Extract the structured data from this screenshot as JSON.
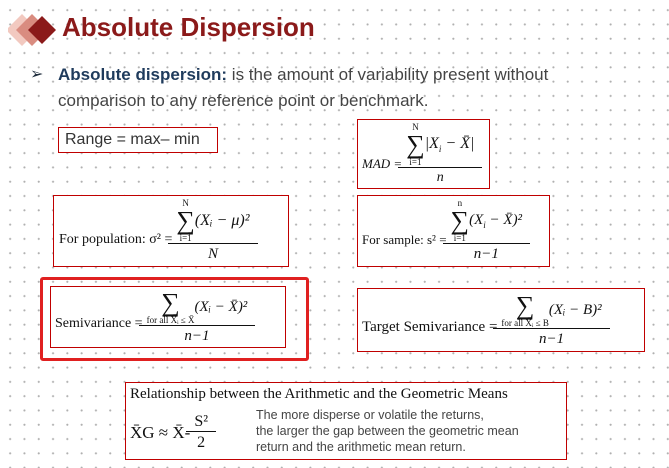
{
  "slide": {
    "title": "Absolute Dispersion",
    "bullet_term": "Absolute dispersion:",
    "bullet_text": " is the amount of variability present without comparison to any reference point or benchmark."
  },
  "formulas": {
    "range": "Range = max– min",
    "mad_label": "MAD =",
    "mad_lower": "i=1",
    "mad_upper": "N",
    "mad_den": "n",
    "pop_label": "For  population: σ² =",
    "pop_lower": "i=1",
    "pop_upper": "N",
    "pop_term": "(Xᵢ − μ)²",
    "pop_den": "N",
    "sample_label": "For sample: s² =",
    "sample_lower": "i=1",
    "sample_upper": "n",
    "sample_den": "n−1",
    "semi_label": "Semivariance =",
    "semi_sub": "for all Xᵢ ≤ X̄",
    "semi_term": "(Xᵢ − X̄)²",
    "semi_den": "n−1",
    "target_label": "Target Semivariance =",
    "target_sub": "for all Xᵢ ≤ B",
    "target_term": "(Xᵢ − B)²",
    "target_den": "n−1"
  },
  "relationship": {
    "heading": "Relationship between the Arithmetic and the Geometric Means",
    "formula_left": "X̄G ≈ X̄-",
    "formula_num": "S²",
    "formula_den": "2",
    "note_line1": "The more disperse or volatile the returns,",
    "note_line2": "the larger the gap between the geometric mean",
    "note_line3": "return and the arithmetic mean return."
  },
  "colors": {
    "title": "#8b1a1a",
    "box_border": "#c00000",
    "highlight": "#e02020",
    "logo_light": "#f2c9c0",
    "logo_dark": "#8b1a1a"
  }
}
